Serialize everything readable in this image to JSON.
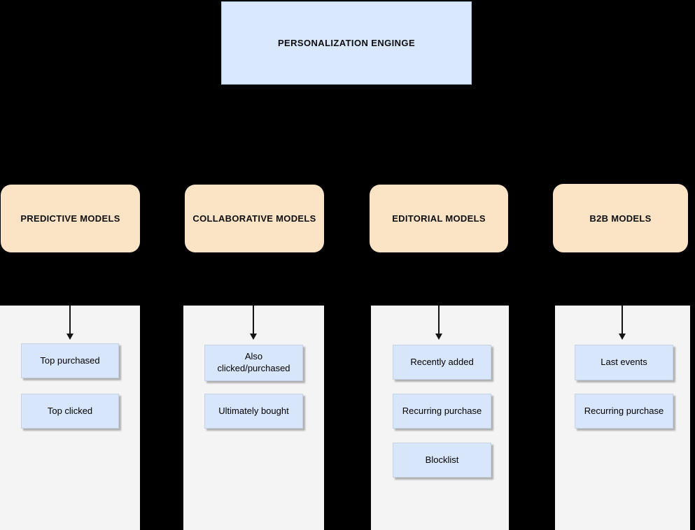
{
  "diagram_title": "PERSONALIZATION ENGINGE",
  "colors": {
    "background": "#000000",
    "engine_fill": "#d9e8fc",
    "engine_border": "#aec2d9",
    "category_fill": "#fbe3c6",
    "panel_fill": "#f4f4f5",
    "item_fill": "#d8e6fb",
    "item_border": "#c6d2e1",
    "arrow": "#141414"
  },
  "engine": {
    "title": "PERSONALIZATION ENGINGE"
  },
  "groups": [
    {
      "id": "predictive",
      "label": "PREDICTIVE MODELS",
      "items": [
        "Top purchased",
        "Top clicked"
      ]
    },
    {
      "id": "collaborative",
      "label": "COLLABORATIVE MODELS",
      "items": [
        "Also clicked/purchased",
        "Ultimately bought"
      ]
    },
    {
      "id": "editorial",
      "label": "EDITORIAL MODELS",
      "items": [
        "Recently added",
        "Recurring purchase",
        "Blocklist"
      ]
    },
    {
      "id": "b2b",
      "label": "B2B MODELS",
      "items": [
        "Last events",
        "Recurring purchase"
      ]
    }
  ]
}
